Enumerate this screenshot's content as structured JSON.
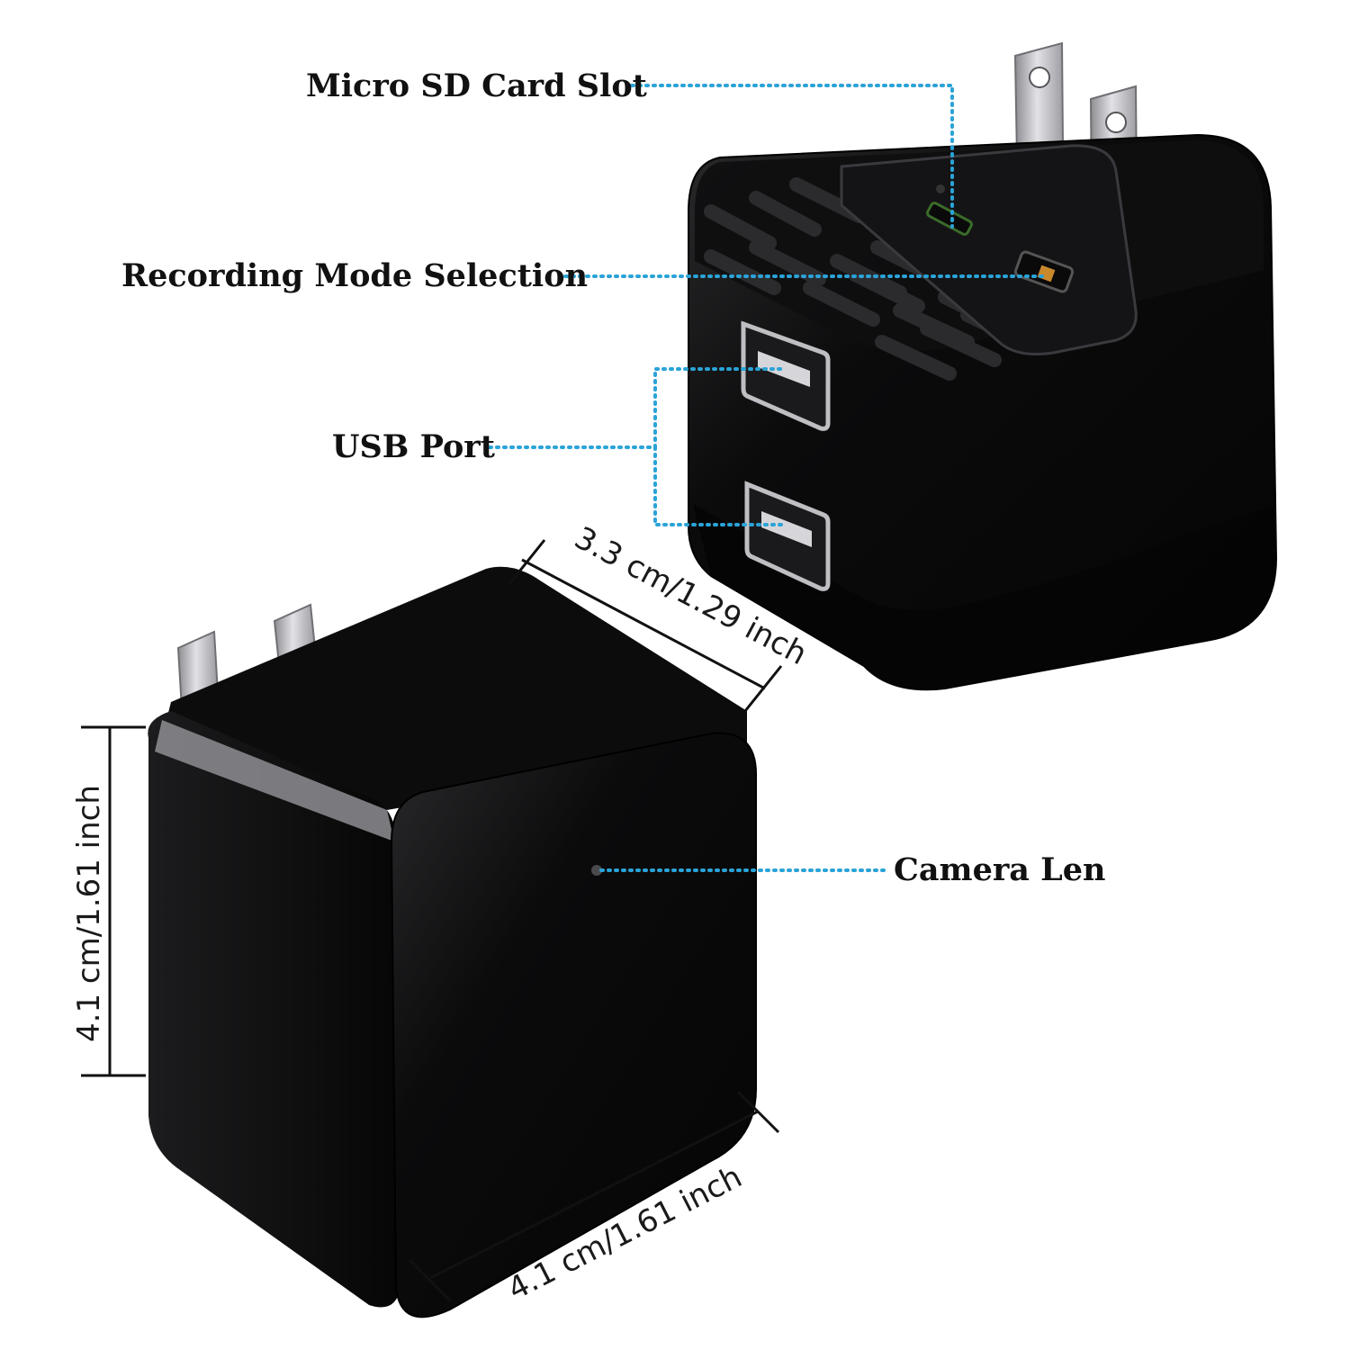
{
  "callouts": {
    "micro_sd": "Micro SD Card Slot",
    "recording_mode": "Recording Mode Selection",
    "usb_port": "USB Port",
    "camera_len": "Camera Len"
  },
  "dimensions": {
    "depth": "3.3 cm/1.29 inch",
    "height": "4.1 cm/1.61 inch",
    "width": "4.1 cm/1.61 inch"
  },
  "colors": {
    "leader_line": "#2aa3d8",
    "body": "#0d0d0d",
    "text": "#111111",
    "prong": "#b9b9bd"
  }
}
